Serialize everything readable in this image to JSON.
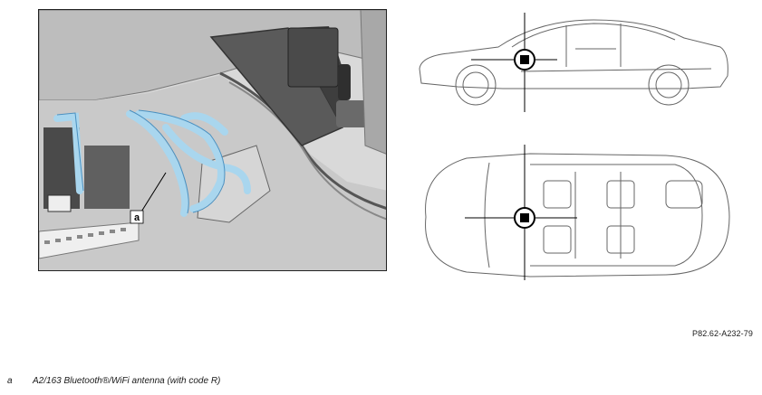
{
  "diagram": {
    "callout_letter": "a",
    "figure_id": "P82.62-A232-79"
  },
  "legend": {
    "items": [
      {
        "key": "a",
        "text": "A2/163 Bluetooth®/WiFi antenna (with code R)"
      }
    ]
  },
  "colors": {
    "harness": "#a9d6ee",
    "harness_stroke": "#4a90c0",
    "line": "#555555",
    "marker": "#000000"
  }
}
